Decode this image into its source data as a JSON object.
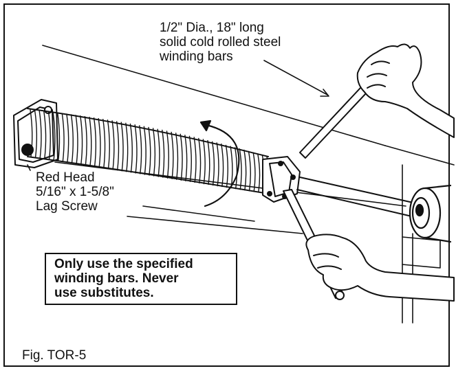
{
  "winding_bars_label": {
    "line1": "1/2\" Dia., 18\" long",
    "line2": "solid cold rolled steel",
    "line3": "winding bars"
  },
  "lag_screw_label": {
    "line1": "Red Head",
    "line2": "5/16\" x 1-5/8\"",
    "line3": "Lag Screw"
  },
  "warning": {
    "line1": "Only use the specified",
    "line2": "winding bars. Never",
    "line3": "use substitutes."
  },
  "figure_caption": "Fig. TOR-5"
}
